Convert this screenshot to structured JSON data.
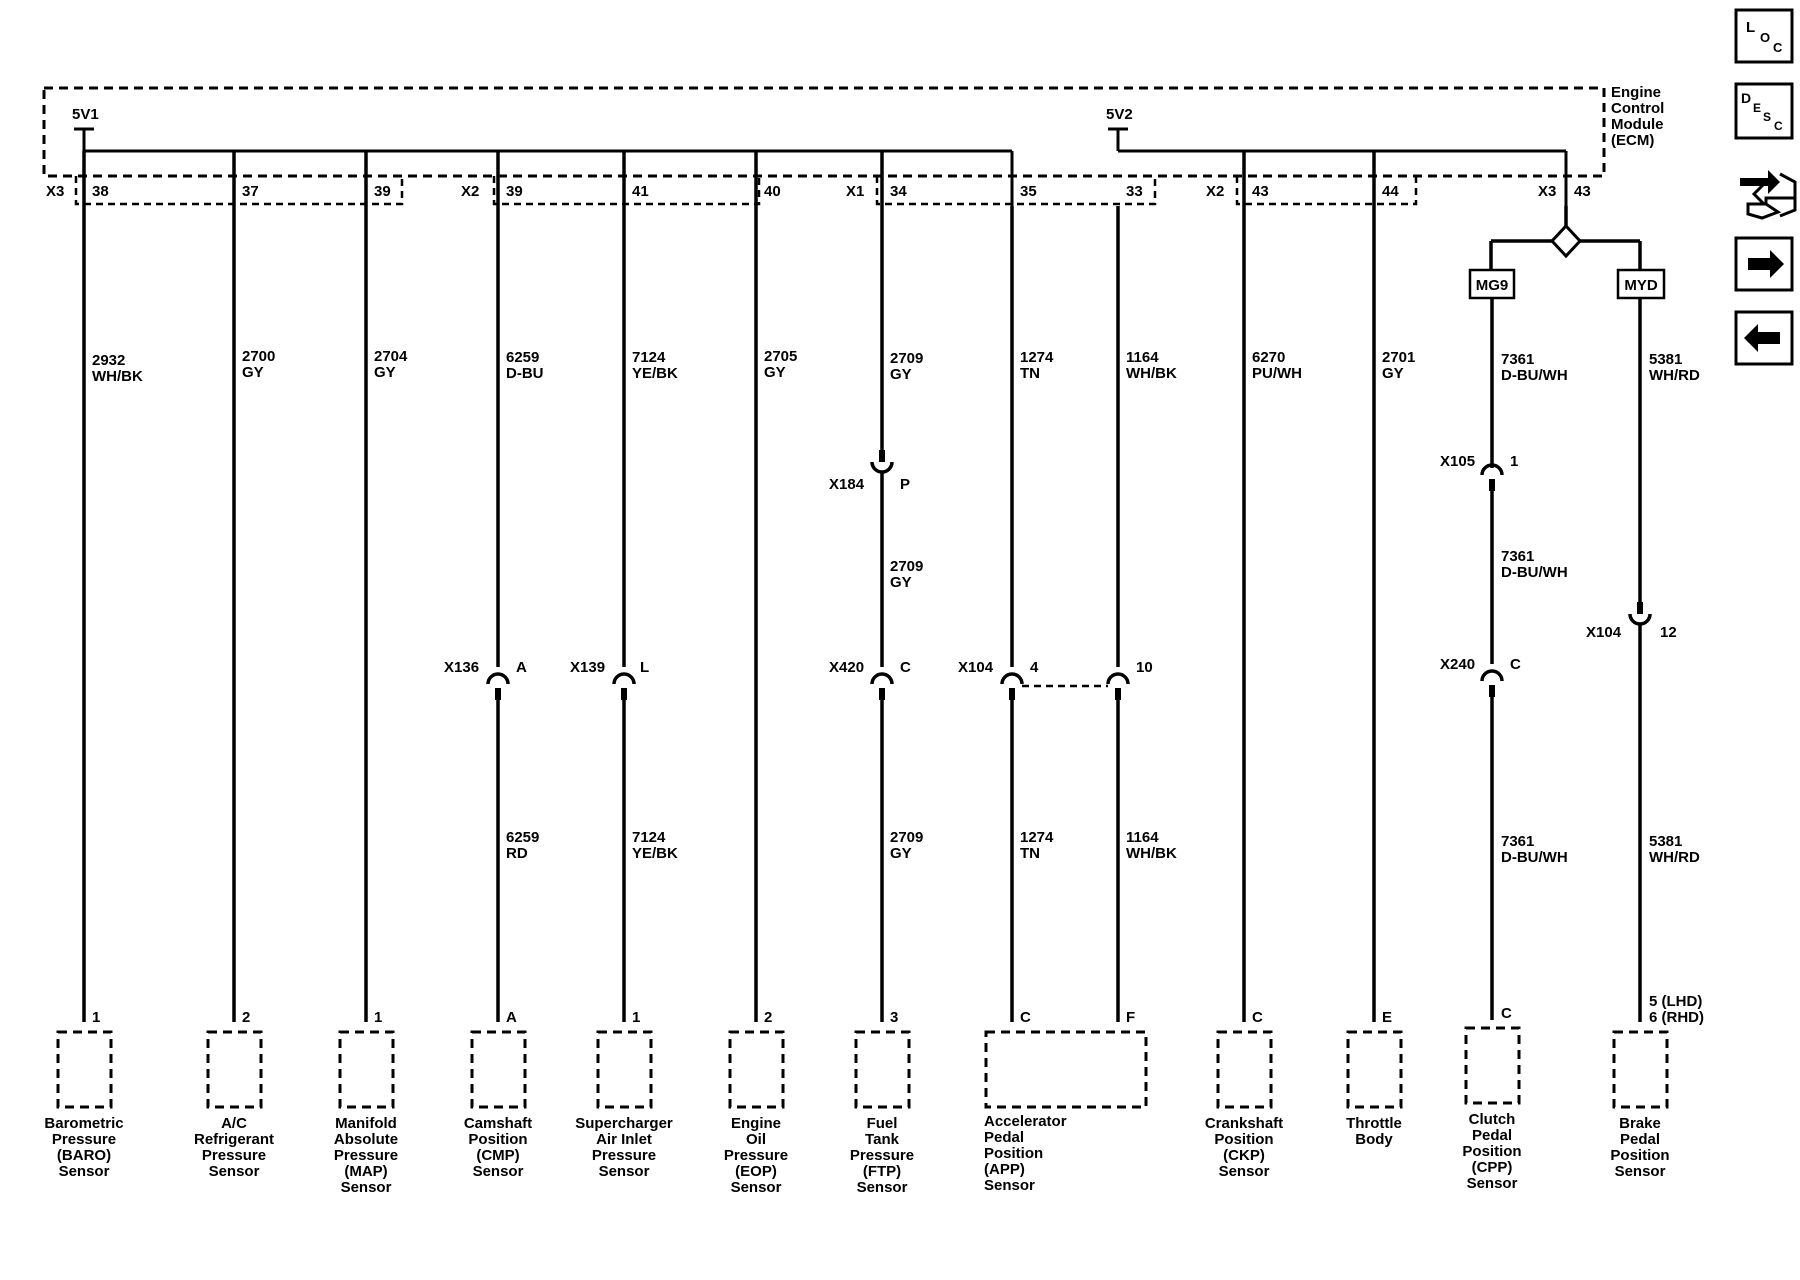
{
  "ecm": {
    "label": [
      "Engine",
      "Control",
      "Module",
      "(ECM)"
    ],
    "supplies": [
      "5V1",
      "5V2"
    ]
  },
  "nav_buttons": [
    {
      "name": "loc-button",
      "label": "LOC"
    },
    {
      "name": "desc-button",
      "label": "DESC"
    },
    {
      "name": "connector-button",
      "label": "connector"
    },
    {
      "name": "next-button",
      "label": "next"
    },
    {
      "name": "prev-button",
      "label": "prev"
    }
  ],
  "connector_groups": [
    "X3",
    "X2",
    "X1",
    "X2",
    "X3"
  ],
  "circuits": [
    {
      "pin": "38",
      "wire_top": [
        "2932",
        "WH/BK"
      ],
      "inline": null,
      "wire_bottom": null,
      "sensor_pin": "1",
      "sensor": [
        "Barometric",
        "Pressure",
        "(BARO)",
        "Sensor"
      ]
    },
    {
      "pin": "37",
      "wire_top": [
        "2700",
        "GY"
      ],
      "inline": null,
      "wire_bottom": null,
      "sensor_pin": "2",
      "sensor": [
        "A/C",
        "Refrigerant",
        "Pressure",
        "Sensor"
      ]
    },
    {
      "pin": "39",
      "wire_top": [
        "2704",
        "GY"
      ],
      "inline": null,
      "wire_bottom": null,
      "sensor_pin": "1",
      "sensor": [
        "Manifold",
        "Absolute",
        "Pressure",
        "(MAP)",
        "Sensor"
      ]
    },
    {
      "pin": "39",
      "wire_top": [
        "6259",
        "D-BU"
      ],
      "inline": {
        "conn": "X136",
        "pin": "A"
      },
      "wire_bottom": [
        "6259",
        "RD"
      ],
      "sensor_pin": "A",
      "sensor": [
        "Camshaft",
        "Position",
        "(CMP)",
        "Sensor"
      ]
    },
    {
      "pin": "41",
      "wire_top": [
        "7124",
        "YE/BK"
      ],
      "inline": {
        "conn": "X139",
        "pin": "L"
      },
      "wire_bottom": [
        "7124",
        "YE/BK"
      ],
      "sensor_pin": "1",
      "sensor": [
        "Supercharger",
        "Air Inlet",
        "Pressure",
        "Sensor"
      ]
    },
    {
      "pin": "40",
      "wire_top": [
        "2705",
        "GY"
      ],
      "inline": null,
      "wire_bottom": null,
      "sensor_pin": "2",
      "sensor": [
        "Engine",
        "Oil",
        "Pressure",
        "(EOP)",
        "Sensor"
      ]
    },
    {
      "pin": "34",
      "wire_top": [
        "2709",
        "GY"
      ],
      "inline_upper": {
        "conn": "X184",
        "pin": "P"
      },
      "wire_mid": [
        "2709",
        "GY"
      ],
      "inline": {
        "conn": "X420",
        "pin": "C"
      },
      "wire_bottom": [
        "2709",
        "GY"
      ],
      "sensor_pin": "3",
      "sensor": [
        "Fuel",
        "Tank",
        "Pressure",
        "(FTP)",
        "Sensor"
      ]
    },
    {
      "pin": "35",
      "wire_top": [
        "1274",
        "TN"
      ],
      "inline": {
        "conn": "X104",
        "pin": "4"
      },
      "wire_bottom": [
        "1274",
        "TN"
      ],
      "sensor_pin": "C"
    },
    {
      "pin": "33",
      "wire_top": [
        "1164",
        "WH/BK"
      ],
      "inline": {
        "conn": "",
        "pin": "10"
      },
      "wire_bottom": [
        "1164",
        "WH/BK"
      ],
      "sensor_pin": "F"
    },
    {
      "pin": "43",
      "wire_top": [
        "6270",
        "PU/WH"
      ],
      "inline": null,
      "wire_bottom": null,
      "sensor_pin": "C",
      "sensor": [
        "Crankshaft",
        "Position",
        "(CKP)",
        "Sensor"
      ]
    },
    {
      "pin": "44",
      "wire_top": [
        "2701",
        "GY"
      ],
      "inline": null,
      "wire_bottom": null,
      "sensor_pin": "E",
      "sensor": [
        "Throttle",
        "Body"
      ]
    }
  ],
  "app_sensor": [
    "Accelerator",
    "Pedal",
    "Position",
    "(APP)",
    "Sensor"
  ],
  "splice": {
    "pin": "43",
    "left_option": "MG9",
    "right_option": "MYD",
    "clutch": {
      "wire_top": [
        "7361",
        "D-BU/WH"
      ],
      "inline_upper": {
        "conn": "X105",
        "pin": "1"
      },
      "wire_mid": [
        "7361",
        "D-BU/WH"
      ],
      "inline": {
        "conn": "X240",
        "pin": "C"
      },
      "wire_bottom": [
        "7361",
        "D-BU/WH"
      ],
      "sensor_pin": "C",
      "sensor": [
        "Clutch",
        "Pedal",
        "Position",
        "(CPP)",
        "Sensor"
      ]
    },
    "brake": {
      "wire_top": [
        "5381",
        "WH/RD"
      ],
      "inline": {
        "conn": "X104",
        "pin": "12"
      },
      "wire_bottom": [
        "5381",
        "WH/RD"
      ],
      "sensor_pin": [
        "5 (LHD)",
        "6 (RHD)"
      ],
      "sensor": [
        "Brake",
        "Pedal",
        "Position",
        "Sensor"
      ]
    }
  }
}
